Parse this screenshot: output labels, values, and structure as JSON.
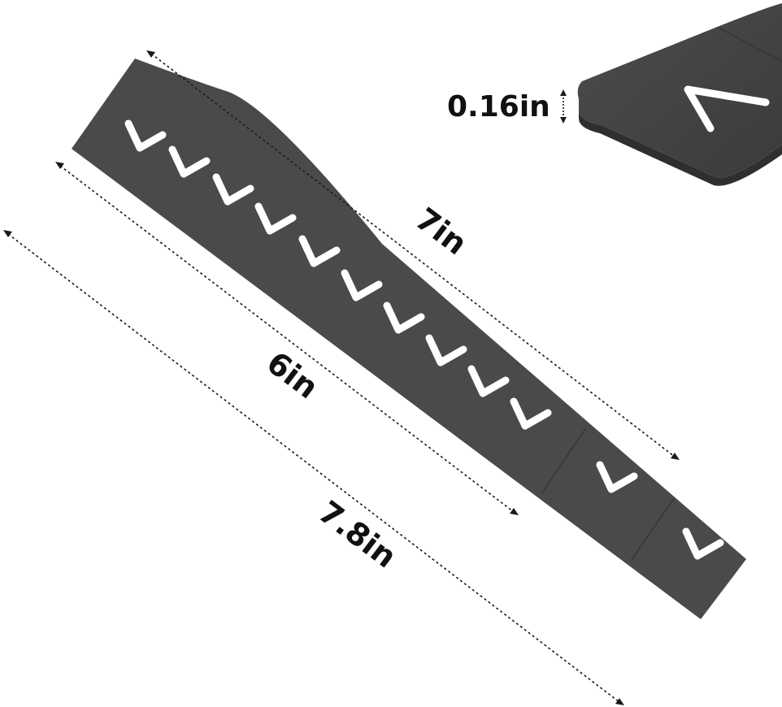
{
  "dimensions": {
    "length_main": "7in",
    "length_slots": "6in",
    "length_total": "7.8in",
    "thickness": "0.16in"
  },
  "strap": {
    "slot_count": 12,
    "color": "#4a4a4c",
    "slot_color": "#ffffff"
  },
  "icons": {
    "slot_shape": "v-slot-icon",
    "dimension_arrow": "dimension-arrow-icon"
  }
}
